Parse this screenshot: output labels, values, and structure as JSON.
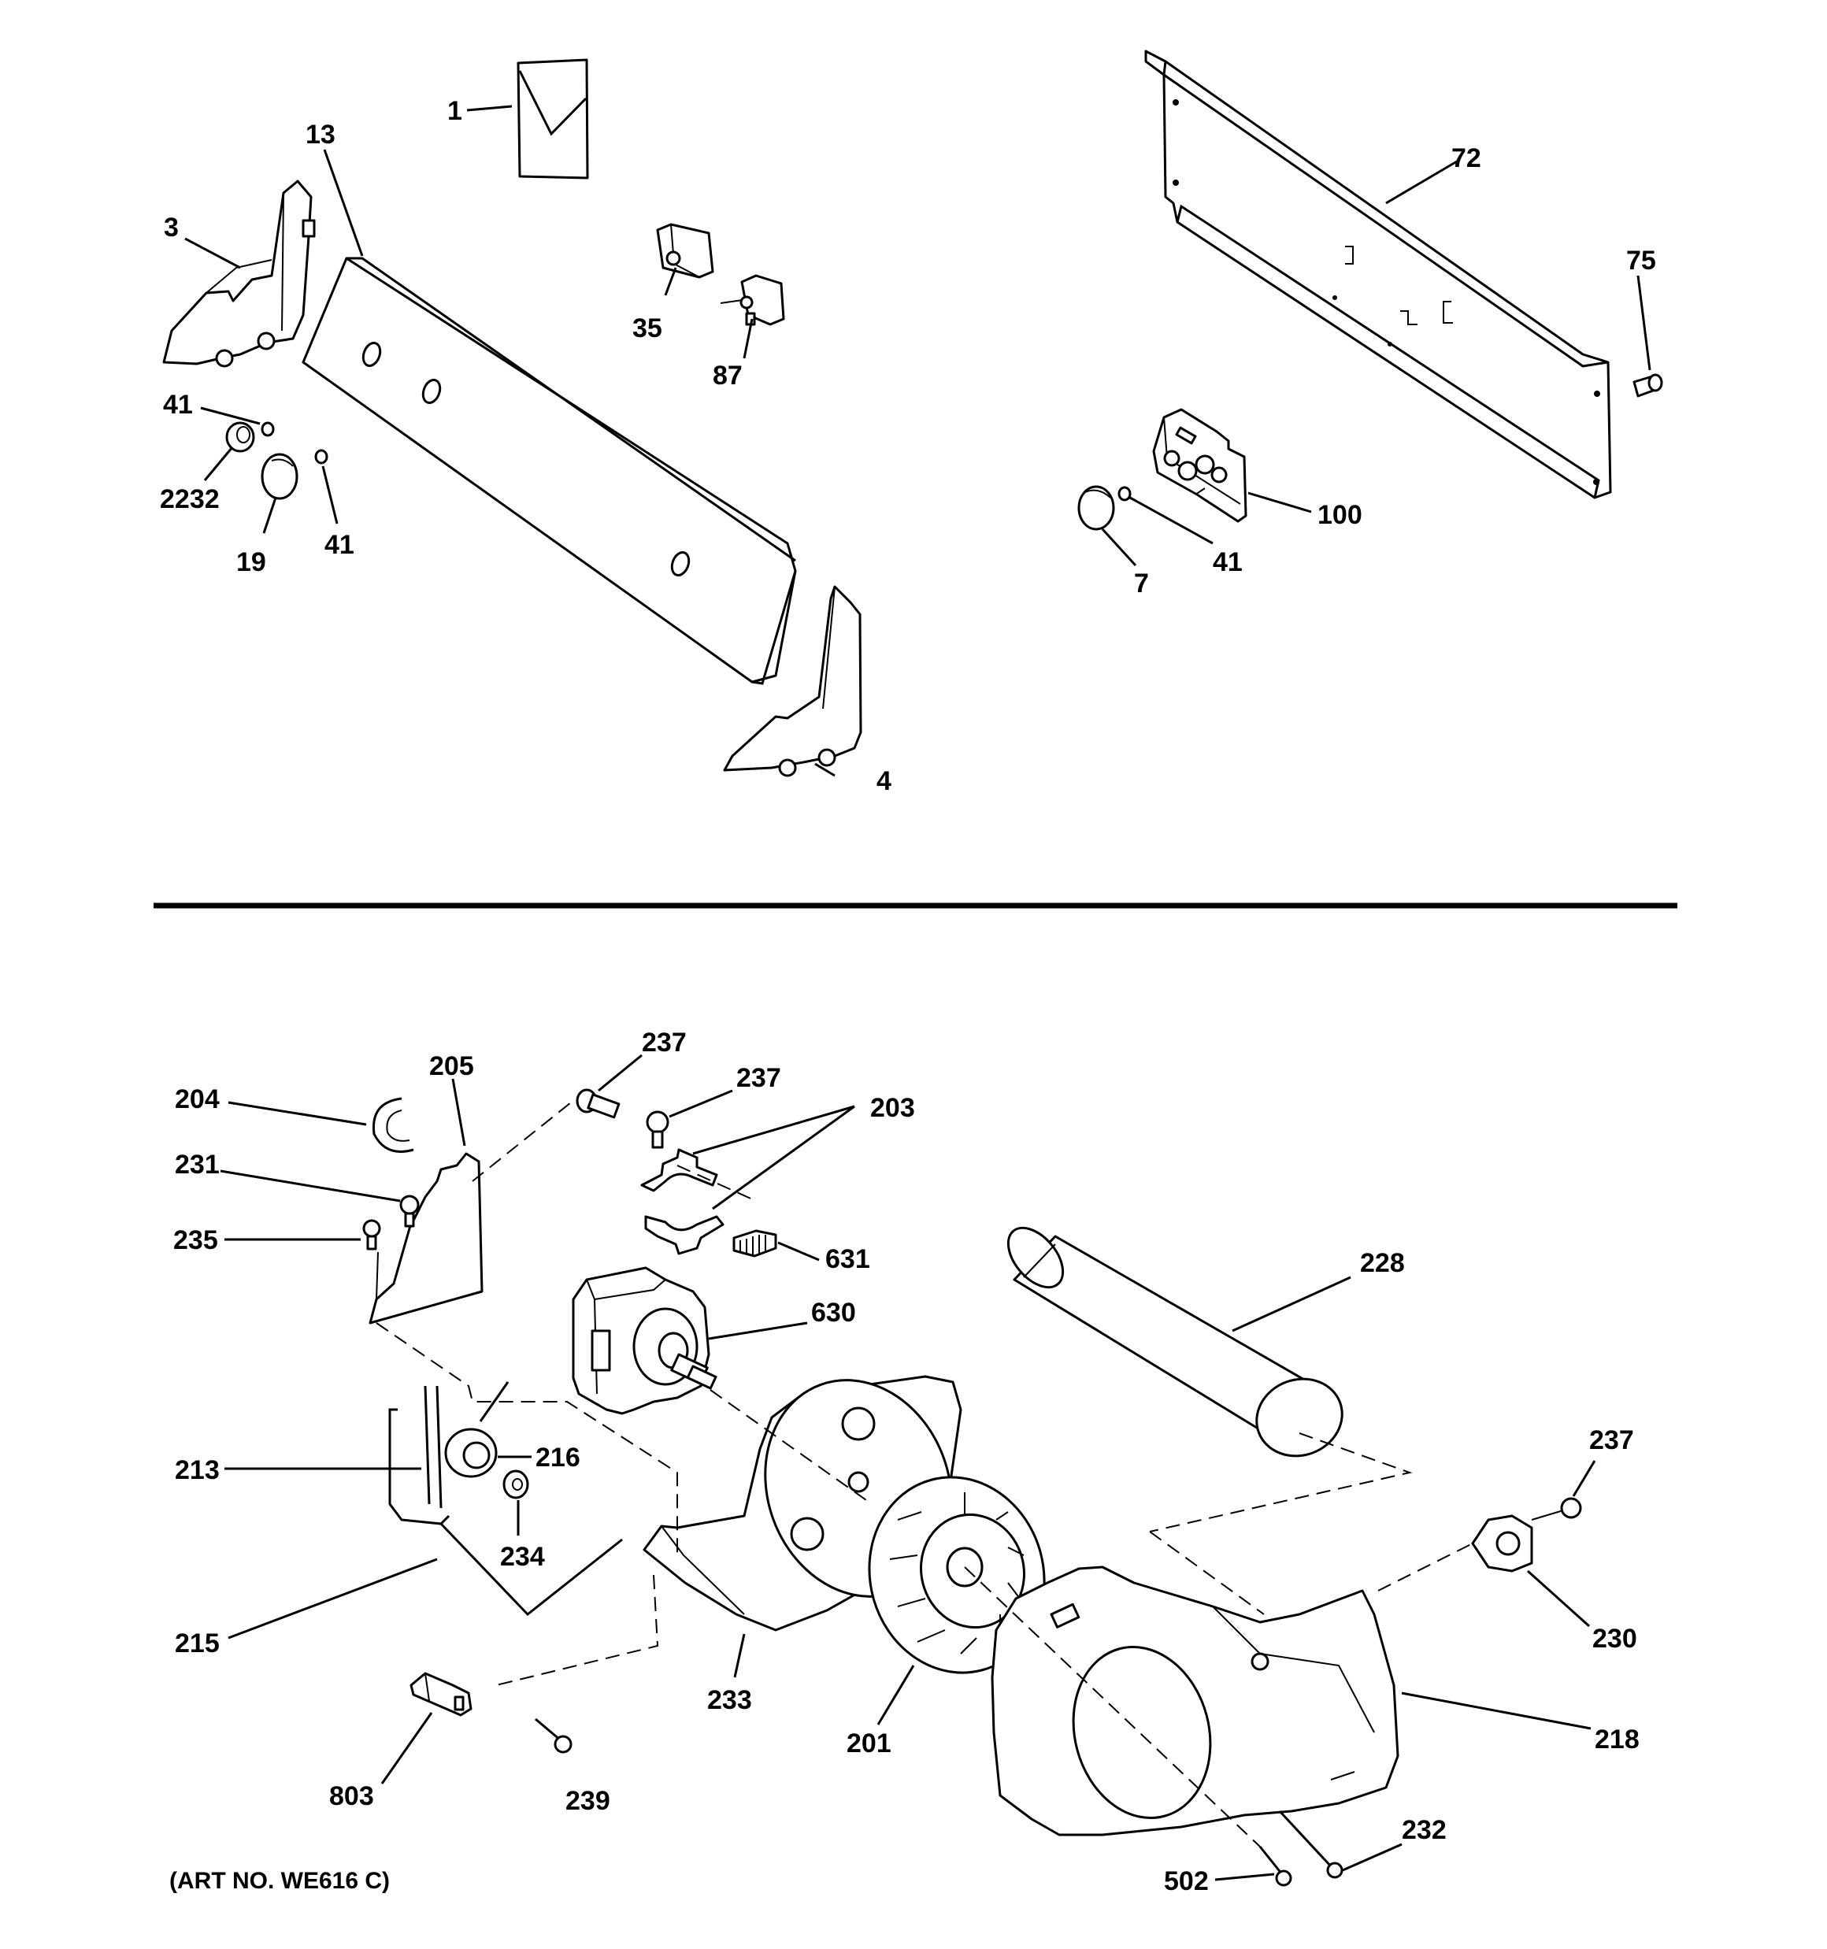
{
  "callouts": {
    "c1": "1",
    "c3": "3",
    "c4": "4",
    "c7": "7",
    "c13": "13",
    "c19": "19",
    "c35": "35",
    "c41a": "41",
    "c41b": "41",
    "c41c": "41",
    "c72": "72",
    "c75": "75",
    "c87": "87",
    "c100": "100",
    "c2232": "2232",
    "c201": "201",
    "c203": "203",
    "c204": "204",
    "c205": "205",
    "c213": "213",
    "c215": "215",
    "c216": "216",
    "c218": "218",
    "c228": "228",
    "c230": "230",
    "c231": "231",
    "c232": "232",
    "c233": "233",
    "c234": "234",
    "c235": "235",
    "c237a": "237",
    "c237b": "237",
    "c237c": "237",
    "c239": "239",
    "c502": "502",
    "c630": "630",
    "c631": "631",
    "c803": "803"
  },
  "art_number": "(ART NO. WE616 C)"
}
